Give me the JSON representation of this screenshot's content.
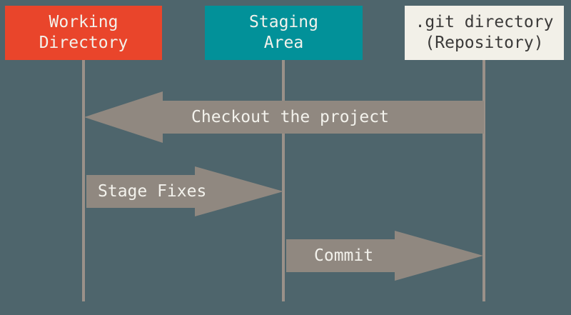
{
  "diagram": {
    "title_semantic": "git-areas-workflow-diagram",
    "background_color": "#4e656c",
    "lifeline_color": "#9a9189",
    "arrow_color": "#908880",
    "arrow_text_color": "#f3f2ec",
    "columns": [
      {
        "id": "working-directory",
        "line1": "Working",
        "line2": "Directory",
        "box_color": "#e9452b",
        "text_color": "#f3f2ec"
      },
      {
        "id": "staging-area",
        "line1": "Staging",
        "line2": "Area",
        "box_color": "#029199",
        "text_color": "#f3f2ec"
      },
      {
        "id": "git-directory",
        "line1": ".git directory",
        "line2": "(Repository)",
        "box_color": "#f2f0e8",
        "text_color": "#3b3a39"
      }
    ],
    "arrows": [
      {
        "id": "checkout",
        "label": "Checkout the project",
        "direction": "left",
        "from": "git-directory",
        "to": "working-directory"
      },
      {
        "id": "stage-fixes",
        "label": "Stage Fixes",
        "direction": "right",
        "from": "working-directory",
        "to": "staging-area"
      },
      {
        "id": "commit",
        "label": "Commit",
        "direction": "right",
        "from": "staging-area",
        "to": "git-directory"
      }
    ]
  }
}
